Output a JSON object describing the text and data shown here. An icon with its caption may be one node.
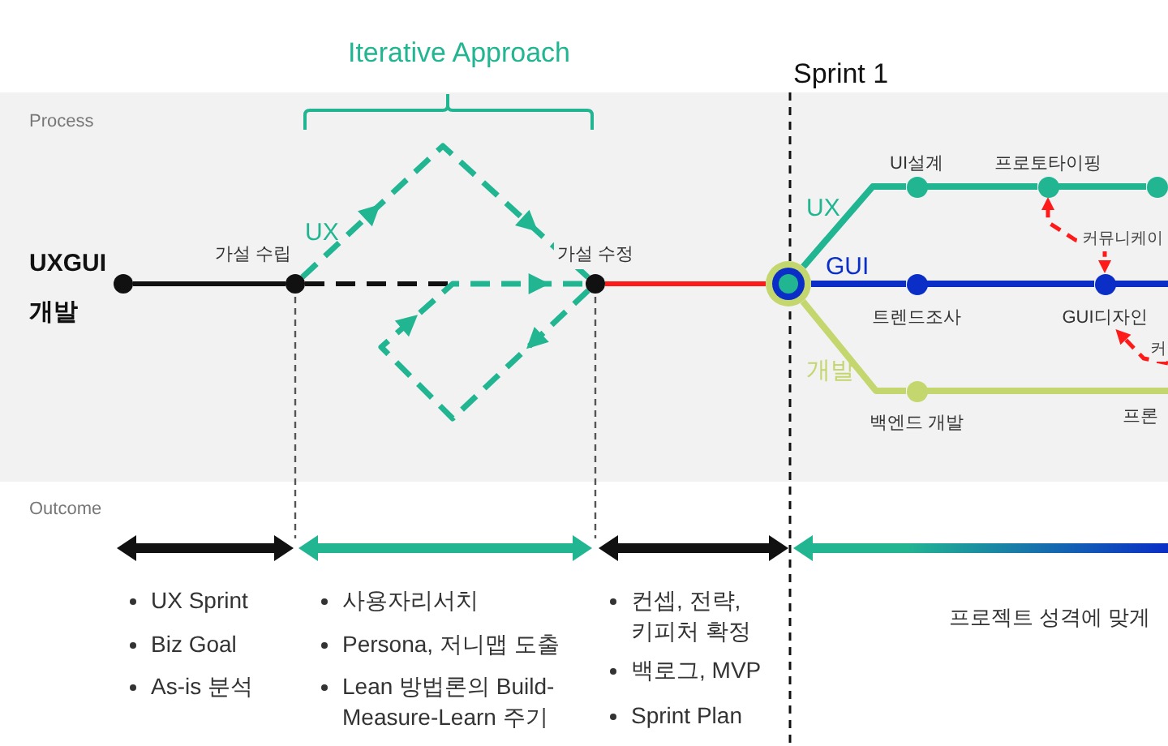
{
  "diagram": {
    "nodes": [
      {
        "text": [
          "Process"
        ]
      },
      {
        "text": [],
        "shape": "circle",
        "beside": [
          "UXGUI 개발"
        ],
        "in": 0
      },
      {
        "text": [],
        "shape": "circle",
        "beside": [
          "가설 수립"
        ],
        "in": 0
      },
      {
        "text": [],
        "shape": "circle",
        "beside": [
          "가설 수정"
        ],
        "in": 0
      },
      {
        "text": [],
        "shape": "circle",
        "in": 0
      },
      {
        "text": [],
        "shape": "circle",
        "beside": [
          "UI설계"
        ],
        "in": 0
      },
      {
        "text": [],
        "shape": "circle",
        "beside": [
          "프로토타이핑"
        ],
        "in": 0
      },
      {
        "text": [],
        "shape": "circle",
        "in": 0
      },
      {
        "text": [],
        "shape": "circle",
        "beside": [
          "트렌드조사"
        ],
        "in": 0
      },
      {
        "text": [],
        "shape": "circle",
        "in": 0
      },
      {
        "text": [
          "GUI디자인"
        ],
        "in": 0
      },
      {
        "text": [],
        "shape": "circle",
        "beside": [
          "백엔드 개발"
        ],
        "in": 0
      }
    ],
    "edges": [
      {
        "from": 1,
        "to": 2,
        "arrow": "none",
        "color": "#111111"
      },
      {
        "from": 2,
        "to": null,
        "arrow": "none",
        "style": "dashed",
        "color": "#111111"
      },
      {
        "from": 2,
        "to": 3,
        "arrow": "to",
        "label": "UX",
        "style": "dashed",
        "color": "#22b592"
      },
      {
        "from": 3,
        "to": 3,
        "arrow": "to",
        "style": "dashed",
        "color": "#22b592"
      },
      {
        "from": 3,
        "to": 4,
        "arrow": "none",
        "color": "#ff1a1a"
      },
      {
        "from": 4,
        "to": 5,
        "arrow": "none",
        "label": "UX",
        "color": "#22b592"
      },
      {
        "from": 5,
        "to": 6,
        "arrow": "none",
        "color": "#22b592"
      },
      {
        "from": 6,
        "to": 7,
        "arrow": "none",
        "color": "#22b592"
      },
      {
        "from": 4,
        "to": 8,
        "arrow": "none",
        "label": "GUI",
        "color": "#0a2ec6"
      },
      {
        "from": 8,
        "to": 9,
        "arrow": "none",
        "color": "#0a2ec6"
      },
      {
        "from": 9,
        "to": null,
        "arrow": "none",
        "color": "#0a2ec6"
      },
      {
        "from": 4,
        "to": 11,
        "arrow": "none",
        "label": "개발",
        "color": "#c3d76e"
      },
      {
        "from": 11,
        "to": null,
        "arrow": "none",
        "color": "#c3d76e"
      },
      {
        "from": 6,
        "to": 9,
        "arrow": "both",
        "label": "커뮤니케이",
        "style": "dashed",
        "color": "#ff1a1a"
      },
      {
        "from": null,
        "to": 10,
        "arrow": "to",
        "label": "커",
        "style": "dashed",
        "color": "#ff1a1a"
      }
    ],
    "labels": [
      "Iterative Approach",
      "Sprint 1",
      "프론",
      "Outcome",
      "UX Sprint",
      "Biz Goal",
      "As-is 분석",
      "사용자리서치",
      "Persona, 저니맵 도출",
      "Lean 방법론의 Build-Measure-Learn 주기",
      "컨셉, 전략, 키피처 확정",
      "백로그, MVP",
      "Sprint Plan",
      "프로젝트 성격에 맞게"
    ]
  }
}
